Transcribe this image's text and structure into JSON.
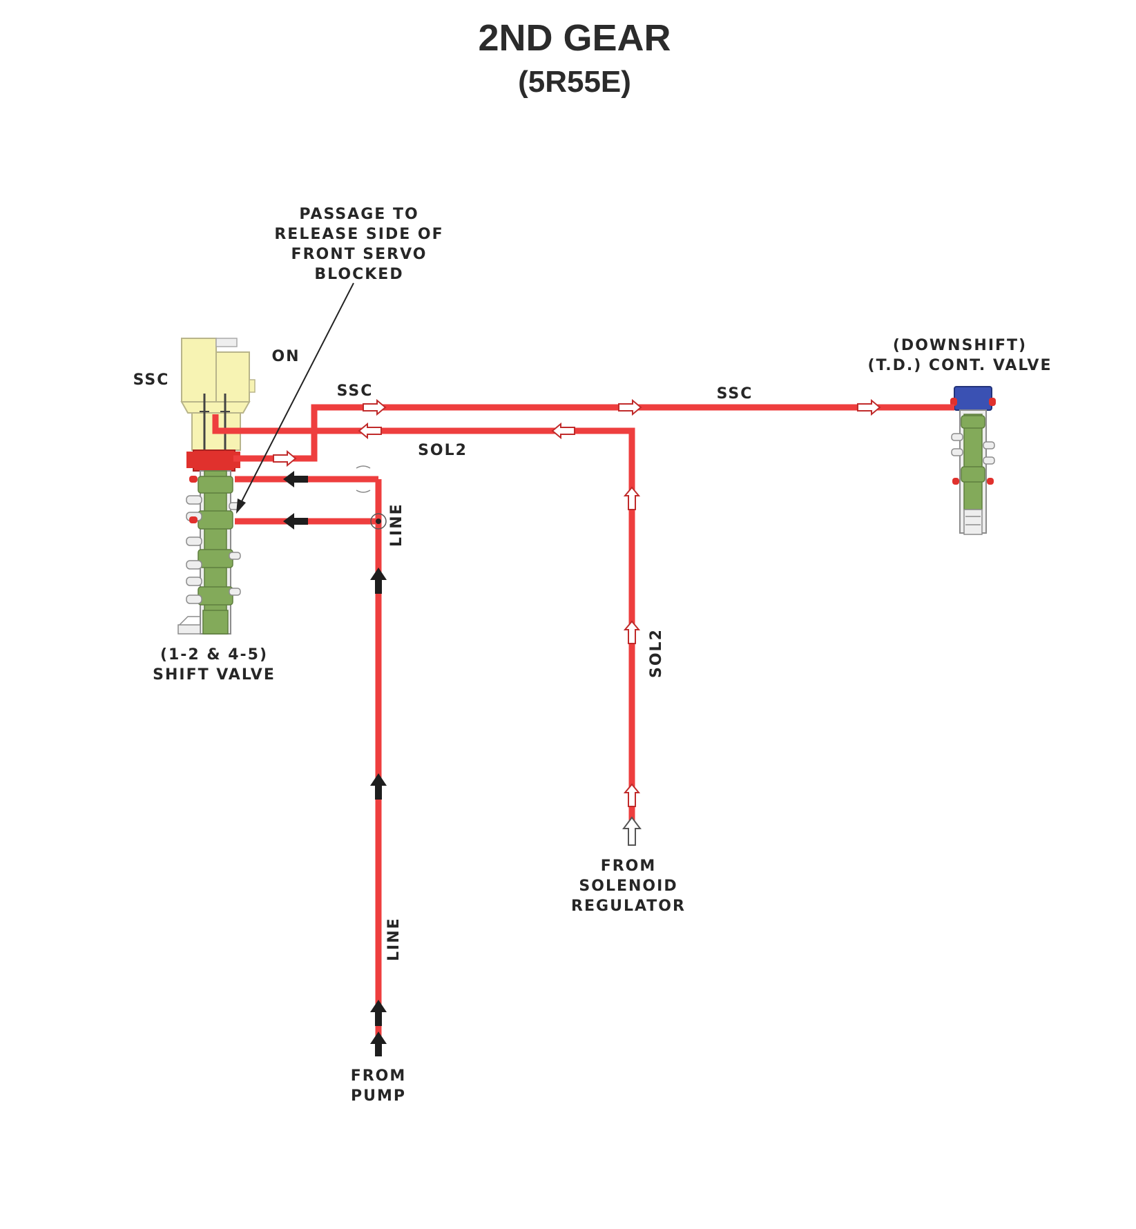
{
  "title": "2ND GEAR",
  "subtitle": "(5R55E)",
  "callout": [
    "PASSAGE TO",
    "RELEASE SIDE OF",
    "FRONT SERVO",
    "BLOCKED"
  ],
  "labels": {
    "ssc_left": "SSC",
    "on": "ON",
    "ssc_upper": "SSC",
    "ssc_right": "SSC",
    "sol2_horizontal": "SOL2",
    "sol2_vertical": "SOL2",
    "line_upper": "LINE",
    "line_lower": "LINE",
    "shift_valve": [
      "(1-2 & 4-5)",
      "SHIFT VALVE"
    ],
    "downshift_valve": [
      "(DOWNSHIFT)",
      "(T.D.) CONT. VALVE"
    ],
    "from_solenoid": [
      "FROM",
      "SOLENOID",
      "REGULATOR"
    ],
    "from_pump": [
      "FROM",
      "PUMP"
    ]
  },
  "colors": {
    "pressure_line": "#ee3e3e",
    "line_outline": "#c02a2a",
    "solenoid_body": "#f7f3b3",
    "valve_spool": "#83aa5a",
    "valve_bore": "#eeeeee",
    "shift_valve_cap": "#e0312d",
    "downshift_cap": "#3a51b3",
    "arrow_black": "#1e1e1e",
    "text": "#262626"
  }
}
